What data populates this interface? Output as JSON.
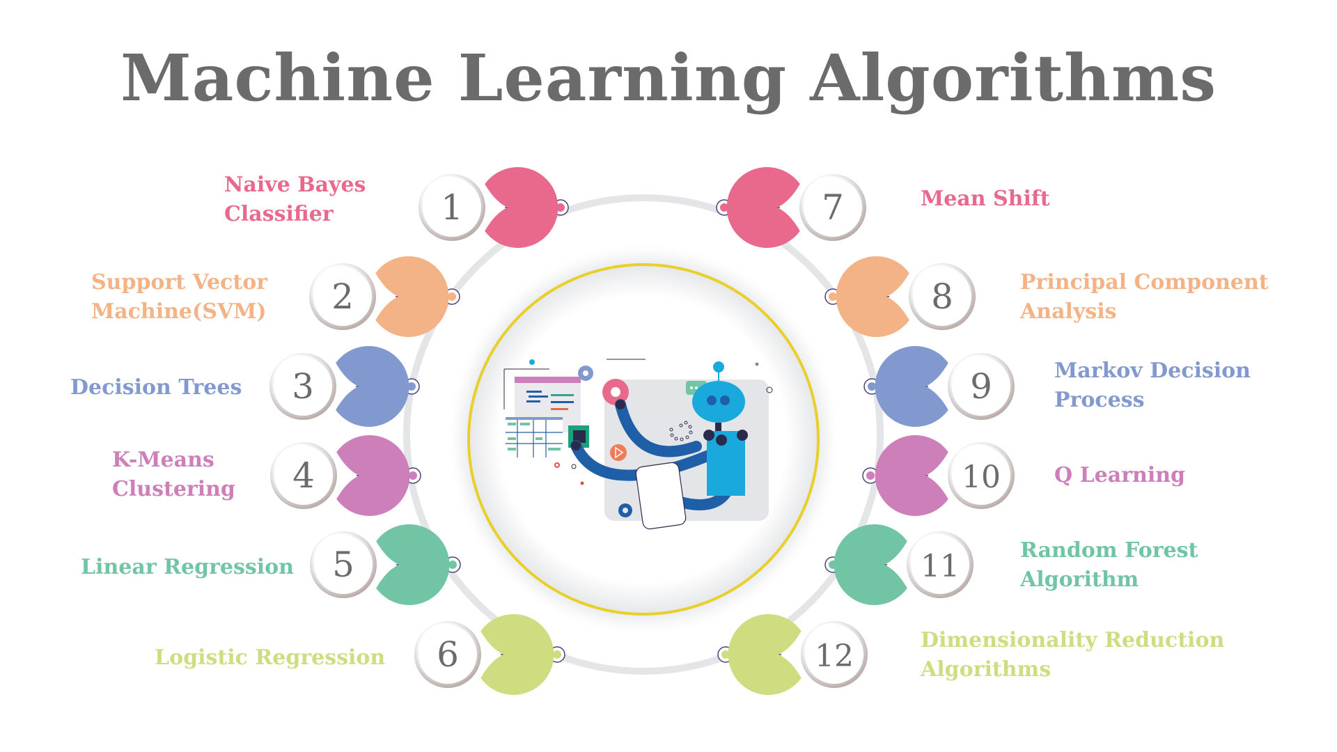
{
  "title": "Machine Learning Algorithms",
  "colors": {
    "title": "#6b6b6b",
    "ring": "#e3e5e7",
    "inner_ring": "#e8cf2a",
    "connector": "#4a3f7a",
    "number": "#6b6b6b"
  },
  "algorithms": [
    {
      "number": "1",
      "lines": [
        "Naive Bayes",
        "Classifier"
      ],
      "color": "#e8698b",
      "side": "left"
    },
    {
      "number": "2",
      "lines": [
        "Support Vector",
        "Machine(SVM)"
      ],
      "color": "#f4b386",
      "side": "left"
    },
    {
      "number": "3",
      "lines": [
        "Decision Trees"
      ],
      "color": "#8299d0",
      "side": "left"
    },
    {
      "number": "4",
      "lines": [
        "K-Means",
        "Clustering"
      ],
      "color": "#cc7fb8",
      "side": "left"
    },
    {
      "number": "5",
      "lines": [
        "Linear Regression"
      ],
      "color": "#71c5a5",
      "side": "left"
    },
    {
      "number": "6",
      "lines": [
        "Logistic Regression"
      ],
      "color": "#cfdd80",
      "side": "left"
    },
    {
      "number": "7",
      "lines": [
        "Mean Shift"
      ],
      "color": "#e8698b",
      "side": "right"
    },
    {
      "number": "8",
      "lines": [
        "Principal Component",
        "Analysis"
      ],
      "color": "#f4b386",
      "side": "right"
    },
    {
      "number": "9",
      "lines": [
        "Markov Decision",
        "Process"
      ],
      "color": "#8299d0",
      "side": "right"
    },
    {
      "number": "10",
      "lines": [
        "Q Learning"
      ],
      "color": "#cc7fb8",
      "side": "right"
    },
    {
      "number": "11",
      "lines": [
        "Random Forest",
        "Algorithm"
      ],
      "color": "#71c5a5",
      "side": "right"
    },
    {
      "number": "12",
      "lines": [
        "Dimensionality Reduction",
        "Algorithms"
      ],
      "color": "#cfdd80",
      "side": "right"
    }
  ],
  "center_illustration": "robot-machine-learning-illustration"
}
